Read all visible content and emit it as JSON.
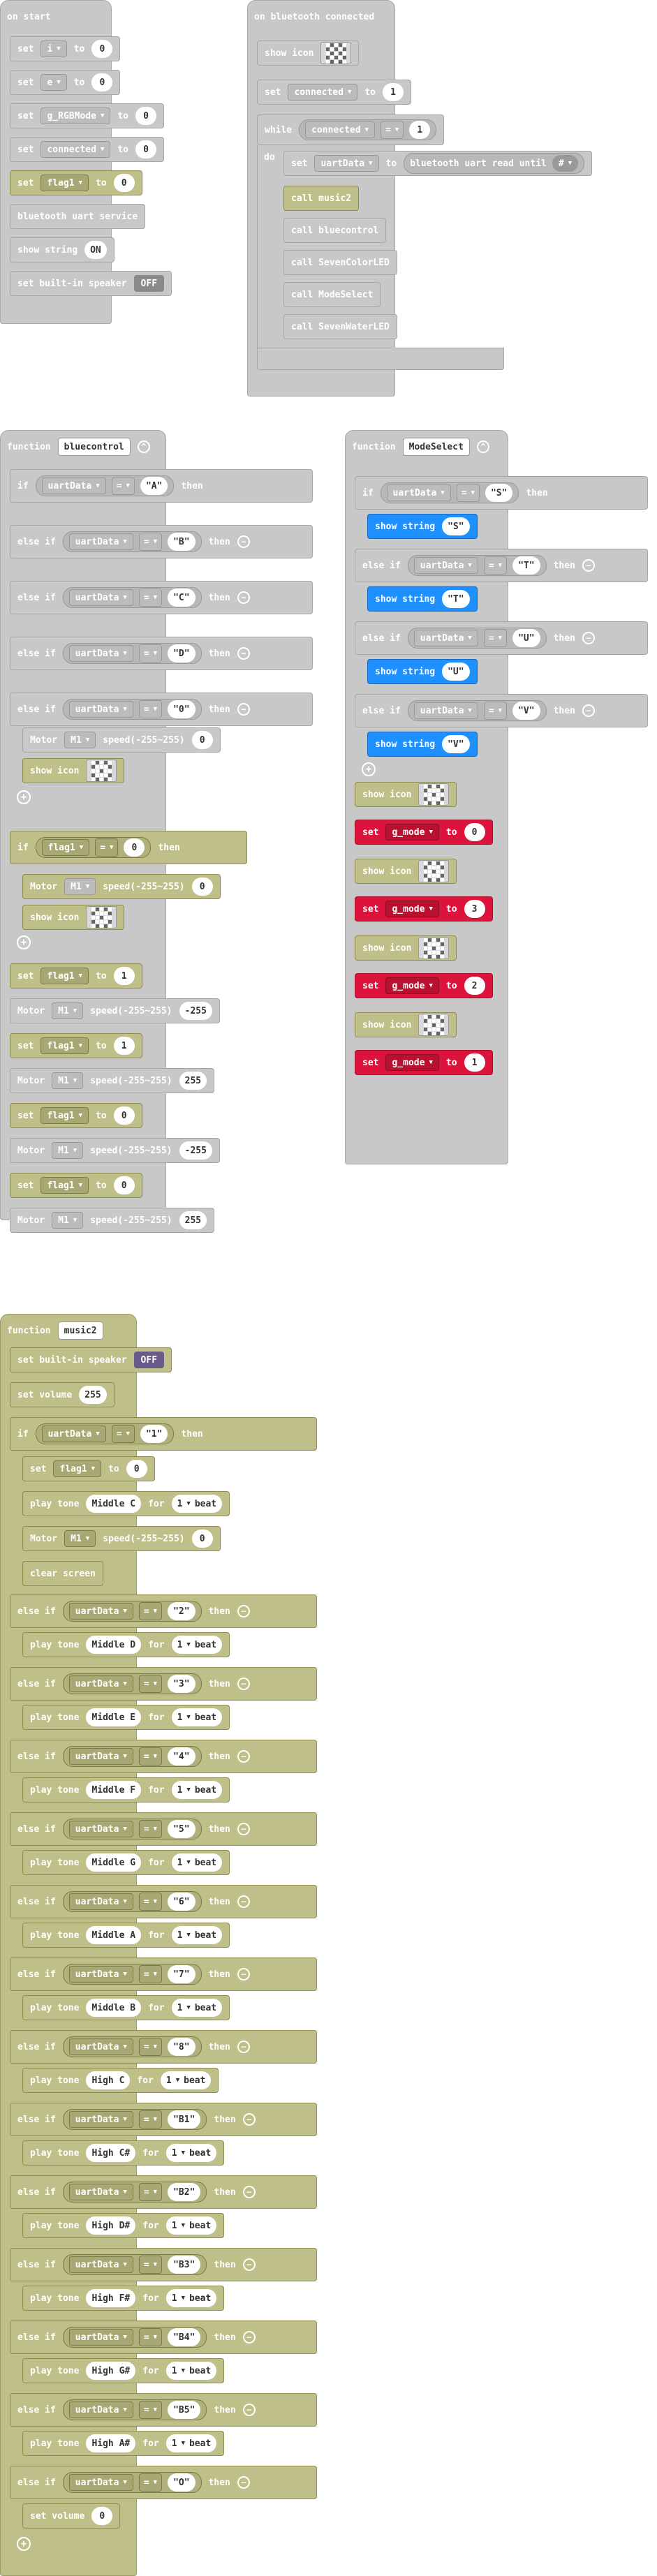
{
  "on_start": {
    "title": "on start",
    "set_word": "set",
    "to_word": "to",
    "rows": [
      {
        "var": "i",
        "value": "0"
      },
      {
        "var": "e",
        "value": "0"
      },
      {
        "var": "g_RGBMode",
        "value": "0"
      },
      {
        "var": "connected",
        "value": "0"
      },
      {
        "var": "flag1",
        "value": "0"
      }
    ],
    "bluetooth_service": "bluetooth uart service",
    "show_string": "show string",
    "string_value": "ON",
    "speaker_label": "set built-in speaker",
    "speaker_state": "OFF"
  },
  "on_bluetooth": {
    "title": "on bluetooth connected",
    "show_icon": "show icon",
    "set_connected": {
      "var": "connected",
      "value": "1"
    },
    "while": "while",
    "while_var": "connected",
    "while_op": "=",
    "while_value": "1",
    "do": "do",
    "uart_set": {
      "var": "uartData",
      "call": "bluetooth uart read until",
      "delim": "#"
    },
    "calls": [
      "call music2",
      "call bluecontrol",
      "call SevenColorLED",
      "call ModeSelect",
      "call SevenWaterLED"
    ]
  },
  "bluecontrol": {
    "function_word": "function",
    "name": "bluecontrol",
    "if_word": "if",
    "else_if_word": "else if",
    "then_word": "then",
    "cond_var": "uartData",
    "cond_op": "=",
    "conds": [
      "A",
      "B",
      "C",
      "D",
      "0"
    ],
    "motor_label": "Motor",
    "motor_name": "M1",
    "speed_label": "speed(-255~255)",
    "speed_zero": "0",
    "show_icon": "show icon",
    "flag_if": {
      "var": "flag1",
      "op": "=",
      "value": "0"
    },
    "seq": [
      {
        "kind": "set",
        "var": "flag1",
        "value": "1"
      },
      {
        "kind": "motor",
        "value": "-255"
      },
      {
        "kind": "set",
        "var": "flag1",
        "value": "1"
      },
      {
        "kind": "motor",
        "value": "255"
      },
      {
        "kind": "set",
        "var": "flag1",
        "value": "0"
      },
      {
        "kind": "motor",
        "value": "-255"
      },
      {
        "kind": "set",
        "var": "flag1",
        "value": "0"
      },
      {
        "kind": "motor",
        "value": "255"
      }
    ]
  },
  "modeselect": {
    "function_word": "function",
    "name": "ModeSelect",
    "if_word": "if",
    "else_if_word": "else if",
    "then_word": "then",
    "cond_var": "uartData",
    "cond_op": "=",
    "conds": [
      "S",
      "T",
      "U",
      "V"
    ],
    "show_string": "show string",
    "strings": [
      "S",
      "T",
      "U",
      "V"
    ],
    "show_icon": "show icon",
    "set_word": "set",
    "to_word": "to",
    "mode_var": "g_mode",
    "mode_values": [
      "0",
      "3",
      "2",
      "1"
    ]
  },
  "music2": {
    "function_word": "function",
    "name": "music2",
    "speaker_label": "set built-in speaker",
    "speaker_state": "OFF",
    "volume_label": "set volume",
    "volume_value": "255",
    "if_word": "if",
    "else_if_word": "else if",
    "then_word": "then",
    "cond_var": "uartData",
    "cond_op": "=",
    "first": {
      "cond": "1",
      "set_var": "flag1",
      "set_value": "0",
      "tone": "Middle C",
      "motor_label": "Motor",
      "motor_name": "M1",
      "speed_label": "speed(-255~255)",
      "speed_value": "0",
      "clear": "clear screen"
    },
    "play_label": "play tone",
    "for_word": "for",
    "beat": "1",
    "beat_word": "beat",
    "branches": [
      {
        "cond": "2",
        "tone": "Middle D"
      },
      {
        "cond": "3",
        "tone": "Middle E"
      },
      {
        "cond": "4",
        "tone": "Middle F"
      },
      {
        "cond": "5",
        "tone": "Middle G"
      },
      {
        "cond": "6",
        "tone": "Middle A"
      },
      {
        "cond": "7",
        "tone": "Middle B"
      },
      {
        "cond": "8",
        "tone": "High C"
      },
      {
        "cond": "B1",
        "tone": "High C#"
      },
      {
        "cond": "B2",
        "tone": "High D#"
      },
      {
        "cond": "B3",
        "tone": "High F#"
      },
      {
        "cond": "B4",
        "tone": "High G#"
      },
      {
        "cond": "B5",
        "tone": "High A#"
      }
    ],
    "last": {
      "cond": "O",
      "volume_label": "set volume",
      "volume_value": "0"
    }
  }
}
